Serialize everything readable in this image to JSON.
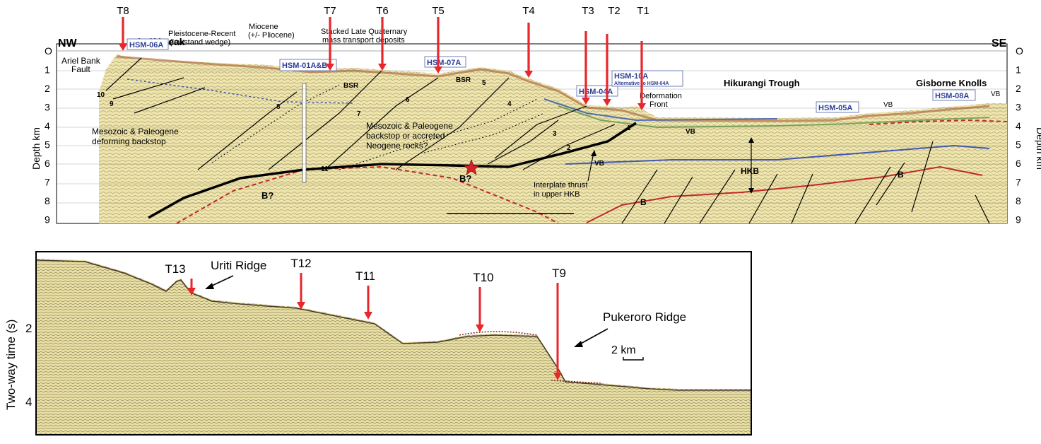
{
  "top_panel": {
    "direction_left": "NW",
    "direction_right": "SE",
    "axis_label": "Depth km",
    "depth_ticks": [
      "O",
      "1",
      "2",
      "3",
      "4",
      "5",
      "6",
      "7",
      "8",
      "9"
    ],
    "t_labels": [
      "T8",
      "T7",
      "T6",
      "T5",
      "T4",
      "T3",
      "T2",
      "T1"
    ],
    "features": {
      "shelf_break": "Shelf break",
      "pleistocene": "Pleistocene-Recent",
      "lowstand": "(lowstand wedge)",
      "miocene": "Miocene",
      "pliocene": "(+/- Pliocene)",
      "stacked1": "Stacked Late Quaternary",
      "stacked2": "mass transport deposits",
      "ariel1": "Ariel Bank",
      "ariel2": "Fault",
      "backstop1": "Mesozoic & Paleogene",
      "backstop2": "deforming backstop",
      "accreted1": "Mesozoic & Paleogene",
      "accreted2": "backstop or accreted",
      "accreted3": "Neogene rocks?",
      "hikurangi_trough": "Hikurangi Trough",
      "gisborne_knolls": "Gisborne Knolls",
      "deformation1": "Deformation",
      "deformation2": "Front",
      "interplate1": "Interplate thrust",
      "interplate2": "in upper HKB",
      "hkb": "HKB",
      "bsr": "BSR",
      "vb": "VB",
      "b": "B",
      "b_query": "B?",
      "alt_hsm": "Alternative to HSM-04A"
    },
    "sites": {
      "hsm06a": "HSM-06A",
      "hsm01a": "HSM-01A&B",
      "hsm07a": "HSM-07A",
      "hsm04a": "HSM-04A",
      "hsm10a": "HSM-10A",
      "hsm05a": "HSM-05A",
      "hsm08a": "HSM-08A"
    },
    "fault_numbers": [
      "1",
      "2",
      "3",
      "4",
      "5",
      "6",
      "7",
      "8",
      "9",
      "10",
      "11"
    ]
  },
  "bottom_panel": {
    "axis_label": "Two-way time (s)",
    "time_ticks": [
      "2",
      "4"
    ],
    "t_labels": [
      "T13",
      "T12",
      "T11",
      "T10",
      "T9"
    ],
    "uriti": "Uriti Ridge",
    "pukeroro": "Pukeroro Ridge",
    "scale": "2 km"
  },
  "colors": {
    "arrow": "#e8262b",
    "seismic_bg": "#ede3a6",
    "site_label": "#2d3f96"
  }
}
